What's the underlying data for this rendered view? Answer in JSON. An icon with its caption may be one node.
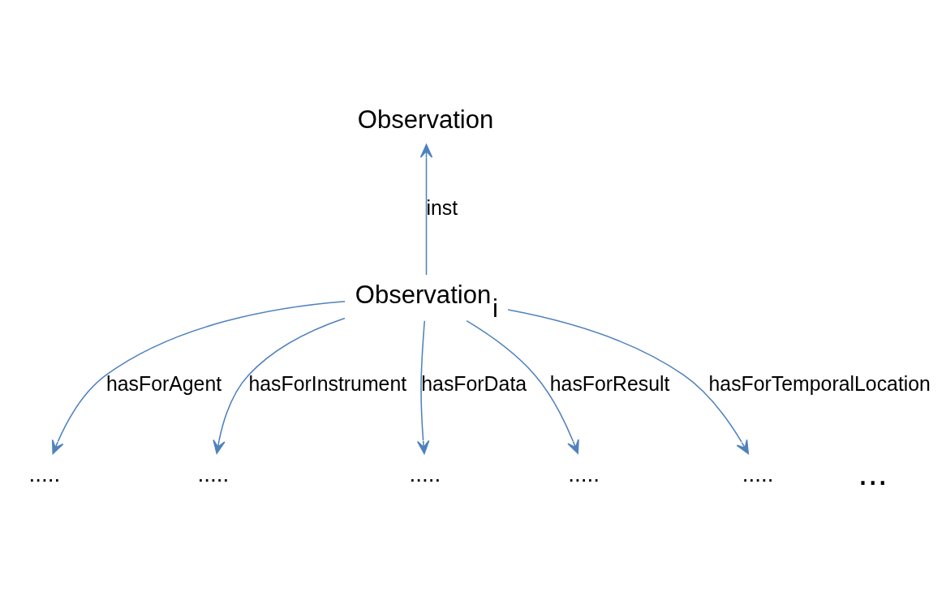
{
  "diagram": {
    "nodes": [
      {
        "text": [
          "Observation"
        ]
      },
      {
        "text": [
          "Observation$_{i}$"
        ]
      },
      {
        "text": [
          "....."
        ]
      },
      {
        "text": [
          "....."
        ]
      },
      {
        "text": [
          "....."
        ]
      },
      {
        "text": [
          "....."
        ]
      },
      {
        "text": [
          "....."
        ]
      }
    ],
    "edges": [
      {
        "from": 1,
        "to": 0,
        "arrow": "to",
        "label": "inst"
      },
      {
        "from": 1,
        "to": 2,
        "arrow": "to",
        "label": "hasForAgent"
      },
      {
        "from": 1,
        "to": 3,
        "arrow": "to",
        "label": "hasForInstrument"
      },
      {
        "from": 1,
        "to": 4,
        "arrow": "to",
        "label": "hasForData"
      },
      {
        "from": 1,
        "to": 5,
        "arrow": "to",
        "label": "hasForResult"
      },
      {
        "from": 1,
        "to": 6,
        "arrow": "to",
        "label": "hasForTemporalLocation"
      }
    ],
    "labels": [
      "..."
    ]
  }
}
